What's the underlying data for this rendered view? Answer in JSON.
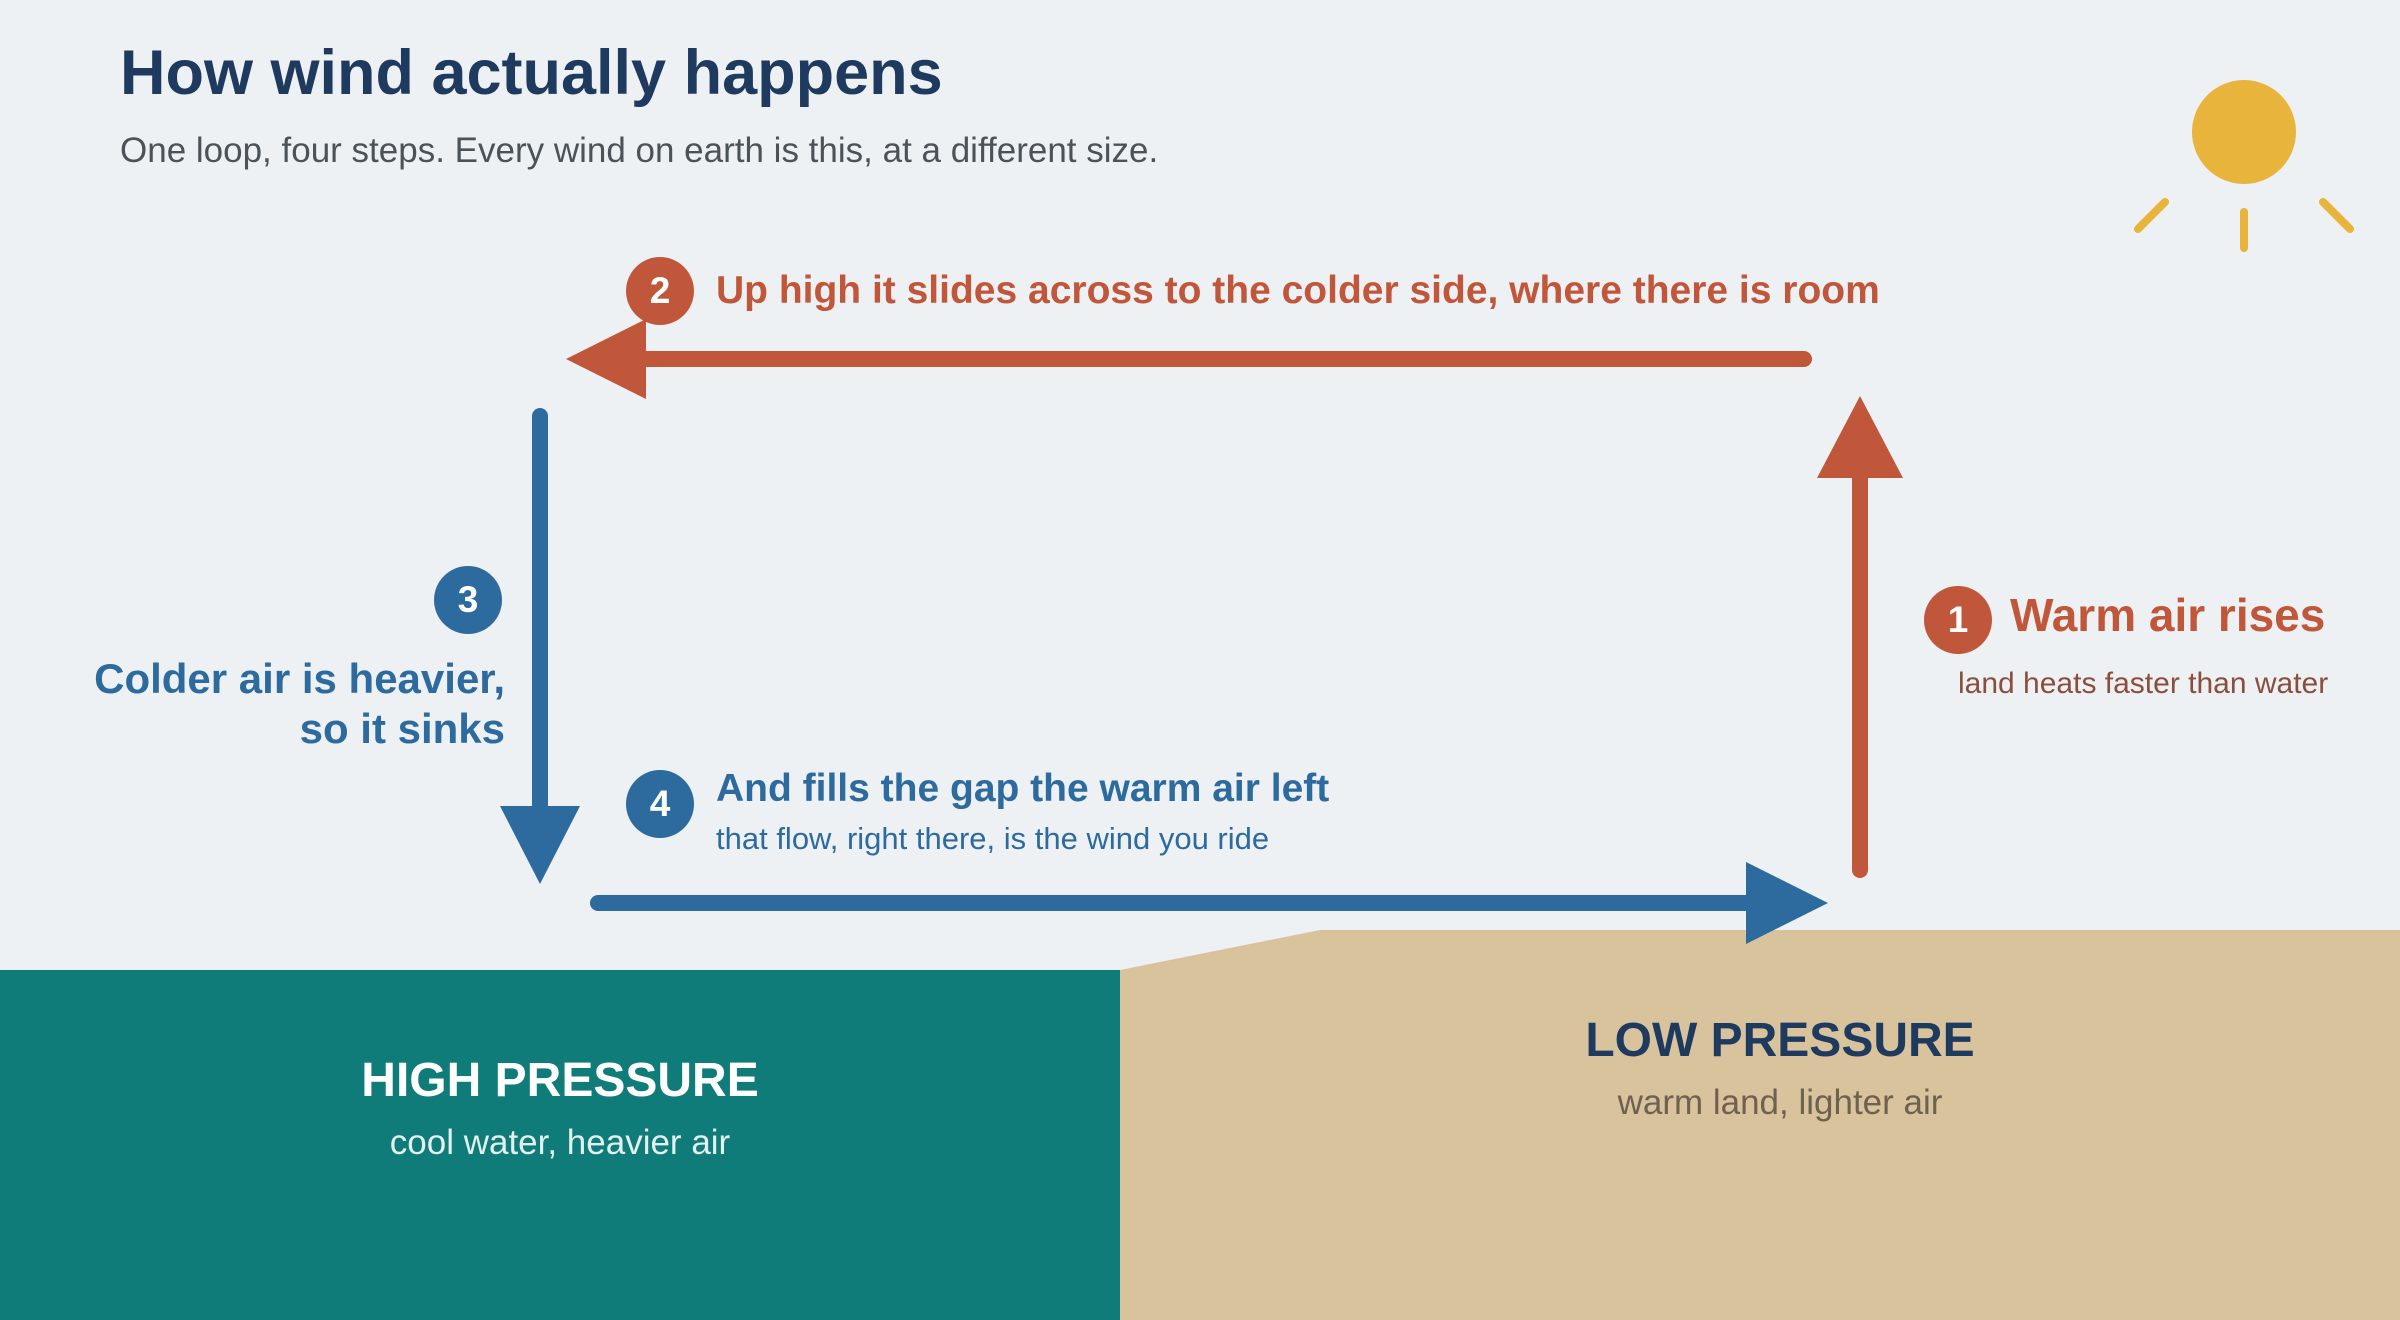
{
  "title": "How wind actually happens",
  "subtitle": "One loop, four steps. Every wind on earth is this, at a different size.",
  "colors": {
    "background": "#EEF1F4",
    "warm_red": "#C0573A",
    "cool_blue": "#2D6A9E",
    "water": "#0F7C79",
    "land": "#D8C39D",
    "sun": "#E8B43C",
    "navy": "#1F3A5F"
  },
  "steps": [
    {
      "number": "1",
      "heading": "Warm air rises",
      "detail": "land heats faster than water"
    },
    {
      "number": "2",
      "heading": "Up high it slides across to the colder side, where there is room"
    },
    {
      "number": "3",
      "heading_line1": "Colder air is heavier,",
      "heading_line2": "so it sinks"
    },
    {
      "number": "4",
      "heading": "And fills the gap the warm air left",
      "detail": "that flow, right there, is the wind you ride"
    }
  ],
  "regions": {
    "water": {
      "label": "HIGH PRESSURE",
      "detail": "cool water, heavier air"
    },
    "land": {
      "label": "LOW PRESSURE",
      "detail": "warm land, lighter air"
    }
  },
  "icons": [
    "sun-icon",
    "arrow-up-icon",
    "arrow-left-icon",
    "arrow-down-icon",
    "arrow-right-icon"
  ]
}
